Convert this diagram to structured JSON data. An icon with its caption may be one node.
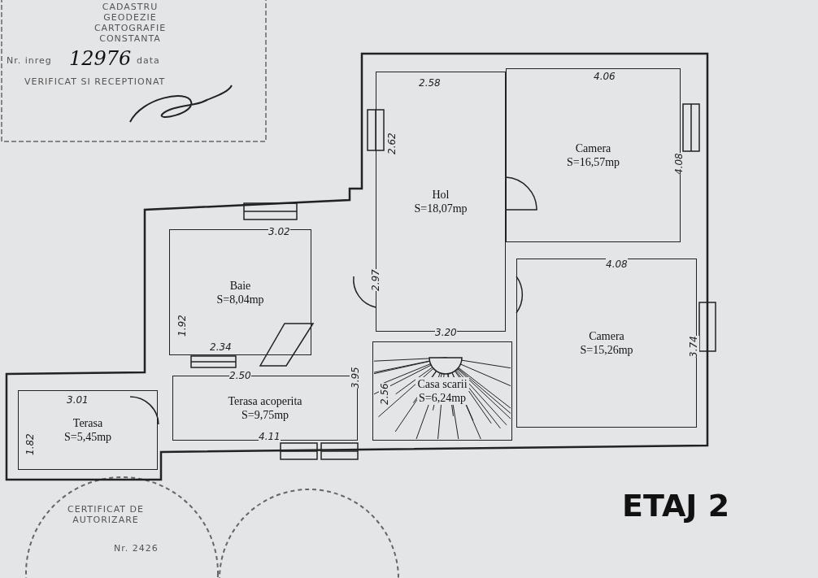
{
  "diagram": {
    "nodes": [
      {
        "text": [
          "Terasa",
          "S=5,45mp"
        ]
      },
      {
        "text": [
          "Terasa acoperita",
          "S=9,75mp"
        ]
      },
      {
        "text": [
          "Baie",
          "S=8,04mp"
        ]
      },
      {
        "text": [
          "Hol",
          "S=18,07mp"
        ]
      },
      {
        "text": [
          "Casa scarii",
          "S=6,24mp"
        ]
      },
      {
        "text": [
          "Camera",
          "S=16,57mp"
        ]
      },
      {
        "text": [
          "Camera",
          "S=15,26mp"
        ]
      }
    ],
    "labels": [
      "CADASTRU GEODEZIE CARTOGRAFIE CONSTANTA",
      "Nr. inreg",
      "12976",
      "data",
      "VERIFICAT SI RECEPTIONAT",
      "2.58",
      "4.06",
      "2.62",
      "4.08",
      "3.02",
      "2.97",
      "4.08",
      "1.92",
      "3.74",
      "3.20",
      "2.34",
      "3.95",
      "2.50",
      "3.01",
      "2.56",
      "1.82",
      "4.11",
      "ETAJ 2",
      "CERTIFICAT DE AUTORIZARE",
      "Nr. 2426"
    ]
  }
}
